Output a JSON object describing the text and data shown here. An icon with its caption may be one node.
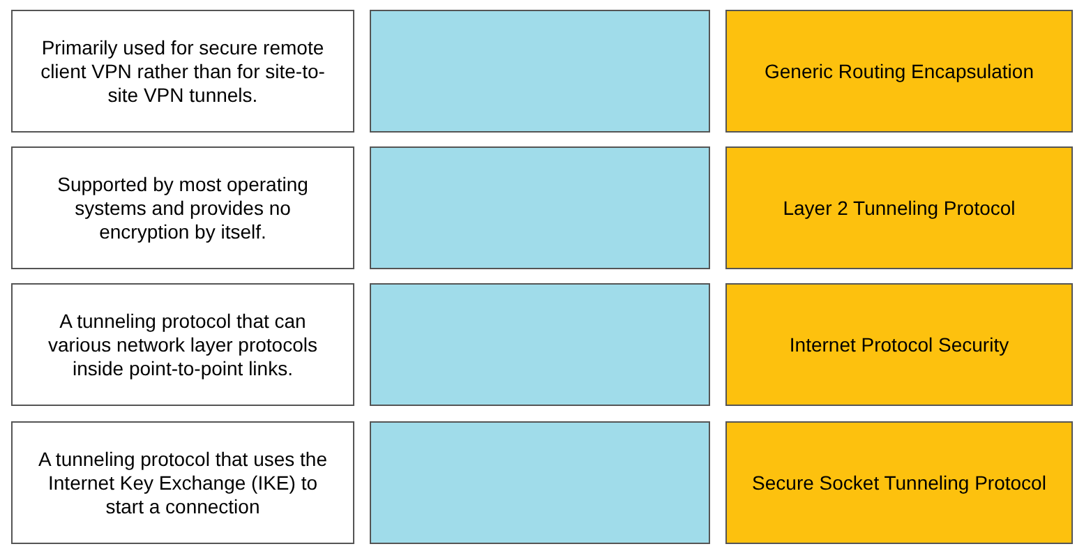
{
  "diagram": {
    "nodes": [
      {
        "text": [
          "Primarily used for secure remote client VPN rather than for site-to-site VPN tunnels."
        ]
      },
      {
        "text": [],
        "shape": "box"
      },
      {
        "text": [
          "Generic Routing Encapsulation"
        ]
      },
      {
        "text": [
          "Supported by most operating systems and provides no encryption by itself."
        ]
      },
      {
        "text": [],
        "shape": "box"
      },
      {
        "text": [
          "Layer 2 Tunneling Protocol"
        ]
      },
      {
        "text": [
          "A tunneling protocol that can various network layer protocols inside point-to-point links."
        ]
      },
      {
        "text": [],
        "shape": "box"
      },
      {
        "text": [
          "Internet Protocol Security"
        ]
      },
      {
        "text": [
          "A tunneling protocol that uses the Internet Key Exchange (IKE) to start a connection"
        ]
      },
      {
        "text": [],
        "shape": "box"
      },
      {
        "text": [
          "Secure Socket Tunneling Protocol"
        ]
      }
    ]
  }
}
